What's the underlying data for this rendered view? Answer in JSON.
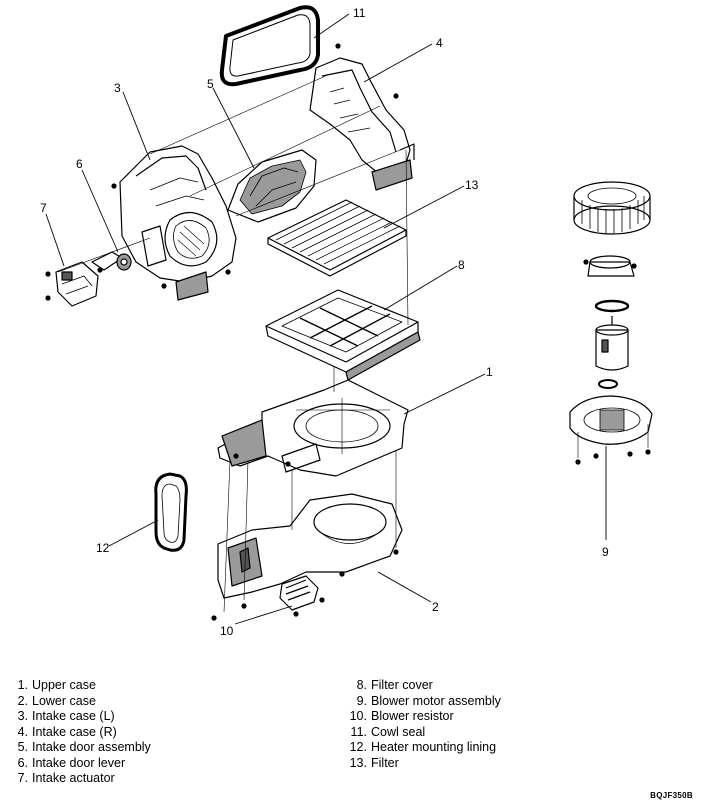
{
  "callouts": [
    "1",
    "2",
    "3",
    "4",
    "5",
    "6",
    "7",
    "8",
    "9",
    "10",
    "11",
    "12",
    "13"
  ],
  "legend": [
    {
      "number": "1.",
      "label": "Upper case"
    },
    {
      "number": "2.",
      "label": "Lower case"
    },
    {
      "number": "3.",
      "label": "Intake case (L)"
    },
    {
      "number": "4.",
      "label": "Intake case (R)"
    },
    {
      "number": "5.",
      "label": "Intake door assembly"
    },
    {
      "number": "6.",
      "label": "Intake door lever"
    },
    {
      "number": "7.",
      "label": "Intake actuator"
    },
    {
      "number": "8.",
      "label": "Filter cover"
    },
    {
      "number": "9.",
      "label": "Blower motor assembly"
    },
    {
      "number": "10.",
      "label": "Blower resistor"
    },
    {
      "number": "11.",
      "label": "Cowl seal"
    },
    {
      "number": "12.",
      "label": "Heater mounting lining"
    },
    {
      "number": "13.",
      "label": "Filter"
    }
  ],
  "figure_code": "BQJF350B",
  "colors": {
    "line": "#000000",
    "shade": "#9a9a9a",
    "dark": "#555555"
  }
}
